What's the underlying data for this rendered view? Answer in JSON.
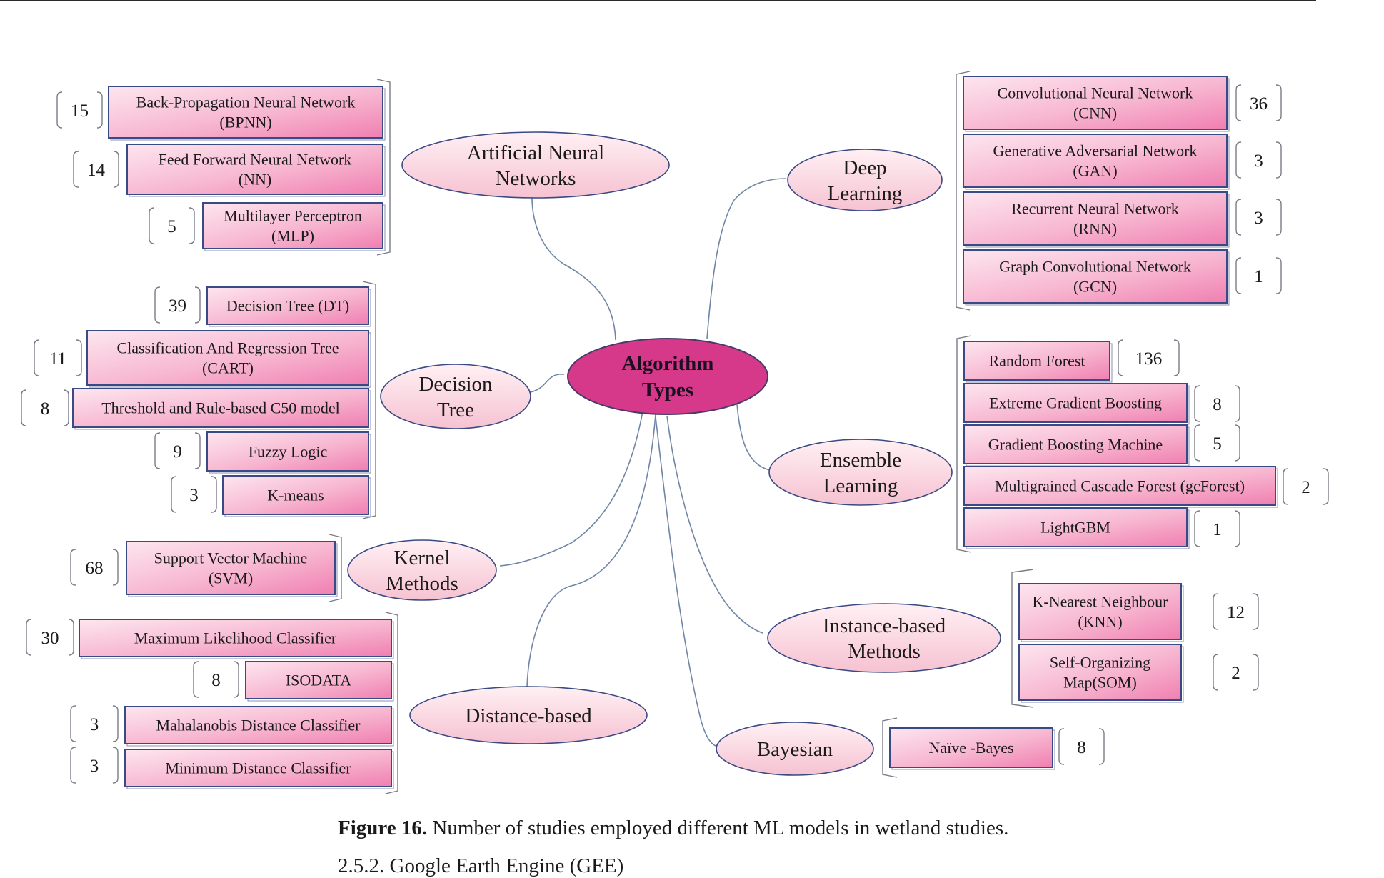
{
  "center": {
    "line1": "Algorithm",
    "line2": "Types"
  },
  "groups": [
    {
      "id": "ann",
      "title": [
        "Artificial Neural",
        "Networks"
      ],
      "items": [
        {
          "label": [
            "Back-Propagation Neural Network",
            "(BPNN)"
          ],
          "count": "15"
        },
        {
          "label": [
            "Feed Forward Neural Network",
            "(NN)"
          ],
          "count": "14"
        },
        {
          "label": [
            "Multilayer Perceptron",
            "(MLP)"
          ],
          "count": "5"
        }
      ]
    },
    {
      "id": "dt",
      "title": [
        "Decision",
        "Tree"
      ],
      "items": [
        {
          "label": [
            "Decision Tree (DT)"
          ],
          "count": "39"
        },
        {
          "label": [
            "Classification And Regression Tree",
            "(CART)"
          ],
          "count": "11"
        },
        {
          "label": [
            "Threshold and Rule-based C50 model"
          ],
          "count": "8"
        },
        {
          "label": [
            "Fuzzy Logic"
          ],
          "count": "9"
        },
        {
          "label": [
            "K-means"
          ],
          "count": "3"
        }
      ]
    },
    {
      "id": "kernel",
      "title": [
        "Kernel",
        "Methods"
      ],
      "items": [
        {
          "label": [
            "Support Vector Machine",
            "(SVM)"
          ],
          "count": "68"
        }
      ]
    },
    {
      "id": "distance",
      "title": [
        "Distance-based"
      ],
      "items": [
        {
          "label": [
            "Maximum Likelihood Classifier"
          ],
          "count": "30"
        },
        {
          "label": [
            "ISODATA"
          ],
          "count": "8"
        },
        {
          "label": [
            "Mahalanobis Distance Classifier"
          ],
          "count": "3"
        },
        {
          "label": [
            "Minimum Distance Classifier"
          ],
          "count": "3"
        }
      ]
    },
    {
      "id": "dl",
      "title": [
        "Deep",
        "Learning"
      ],
      "items": [
        {
          "label": [
            "Convolutional Neural Network",
            "(CNN)"
          ],
          "count": "36"
        },
        {
          "label": [
            "Generative Adversarial Network",
            "(GAN)"
          ],
          "count": "3"
        },
        {
          "label": [
            "Recurrent Neural Network",
            "(RNN)"
          ],
          "count": "3"
        },
        {
          "label": [
            "Graph Convolutional Network",
            "(GCN)"
          ],
          "count": "1"
        }
      ]
    },
    {
      "id": "ensemble",
      "title": [
        "Ensemble",
        "Learning"
      ],
      "items": [
        {
          "label": [
            "Random Forest"
          ],
          "count": "136"
        },
        {
          "label": [
            "Extreme Gradient Boosting"
          ],
          "count": "8"
        },
        {
          "label": [
            "Gradient Boosting Machine"
          ],
          "count": "5"
        },
        {
          "label": [
            "Multigrained Cascade Forest (gcForest)"
          ],
          "count": "2"
        },
        {
          "label": [
            "LightGBM"
          ],
          "count": "1"
        }
      ]
    },
    {
      "id": "instance",
      "title": [
        "Instance-based",
        "Methods"
      ],
      "items": [
        {
          "label": [
            "K-Nearest Neighbour",
            "(KNN)"
          ],
          "count": "12"
        },
        {
          "label": [
            "Self-Organizing",
            "Map(SOM)"
          ],
          "count": "2"
        }
      ]
    },
    {
      "id": "bayesian",
      "title": [
        "Bayesian"
      ],
      "items": [
        {
          "label": [
            "Naïve -Bayes"
          ],
          "count": "8"
        }
      ]
    }
  ],
  "caption": {
    "label": "Figure 16.",
    "text": " Number of studies employed different ML models in wetland studies."
  },
  "section_heading": "2.5.2. Google Earth Engine (GEE)",
  "colors": {
    "center_fill": "#d6388a",
    "center_stroke": "#4a3a6a",
    "ellipse_fill_light": "#fff0f4",
    "ellipse_fill_dark": "#f6c2d2",
    "box_fill_light": "#fde6ef",
    "box_fill_dark": "#f07fb1",
    "box_stroke": "#3a4a84",
    "connector": "#6f86a6",
    "bracket": "#7b7b86"
  }
}
